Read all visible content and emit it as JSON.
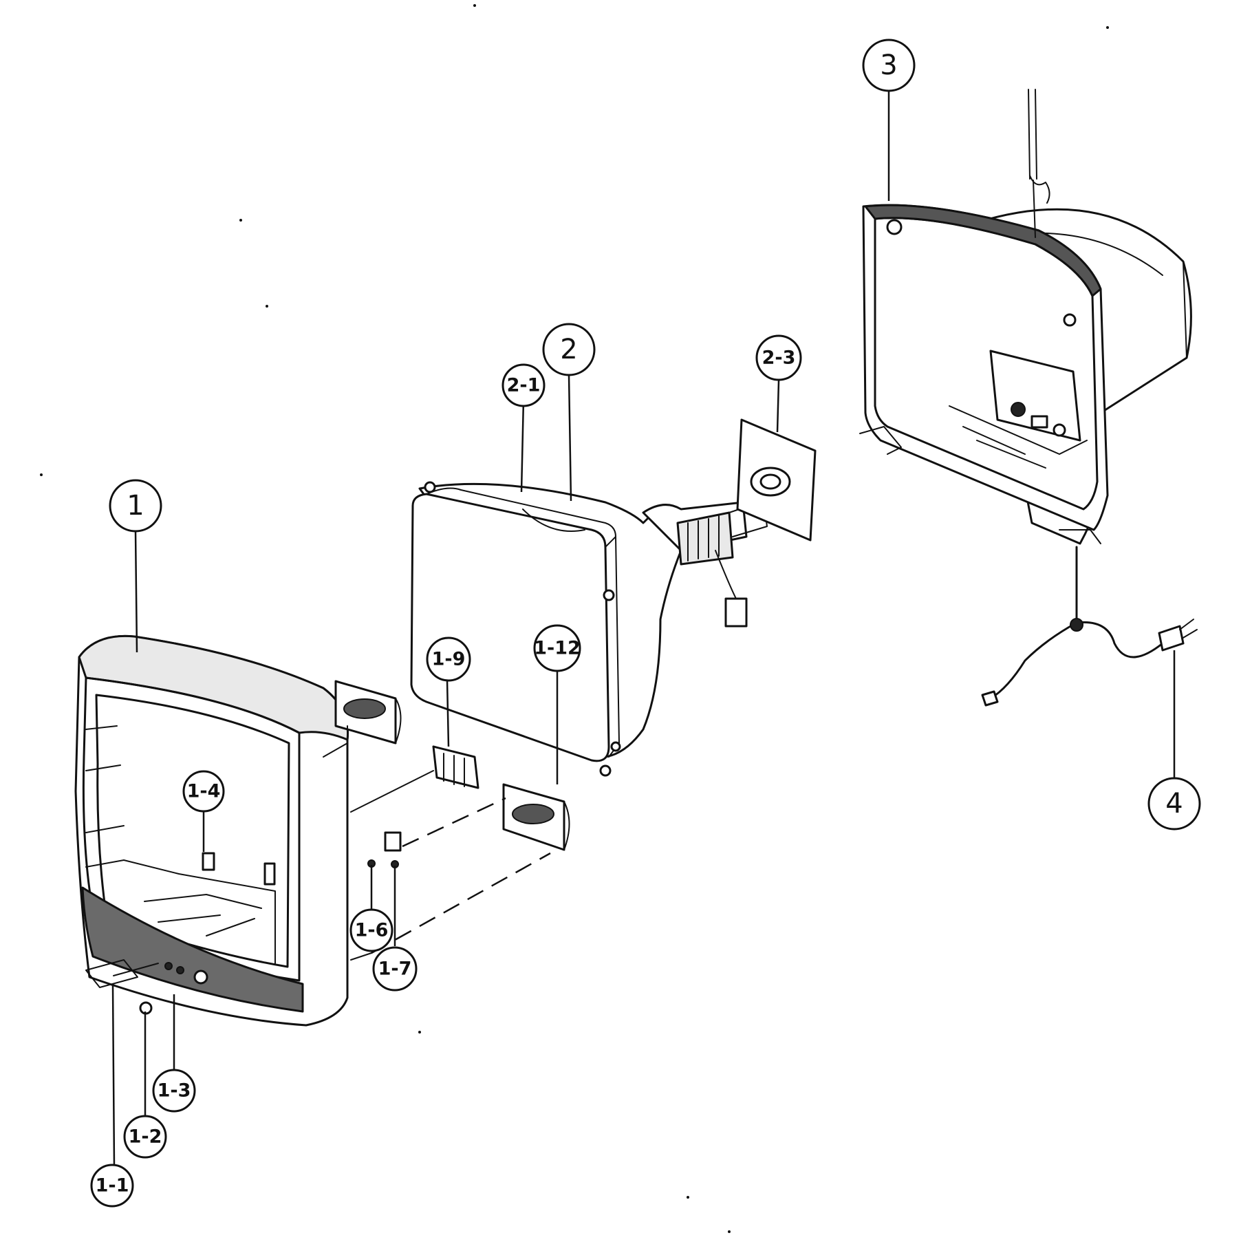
{
  "callouts": {
    "c1": "1",
    "c2": "2",
    "c3": "3",
    "c4": "4",
    "c1_1": "1-1",
    "c1_2": "1-2",
    "c1_3": "1-3",
    "c1_4": "1-4",
    "c1_6": "1-6",
    "c1_7": "1-7",
    "c1_9": "1-9",
    "c1_12": "1-12",
    "c2_1": "2-1",
    "c2_3": "2-3"
  }
}
